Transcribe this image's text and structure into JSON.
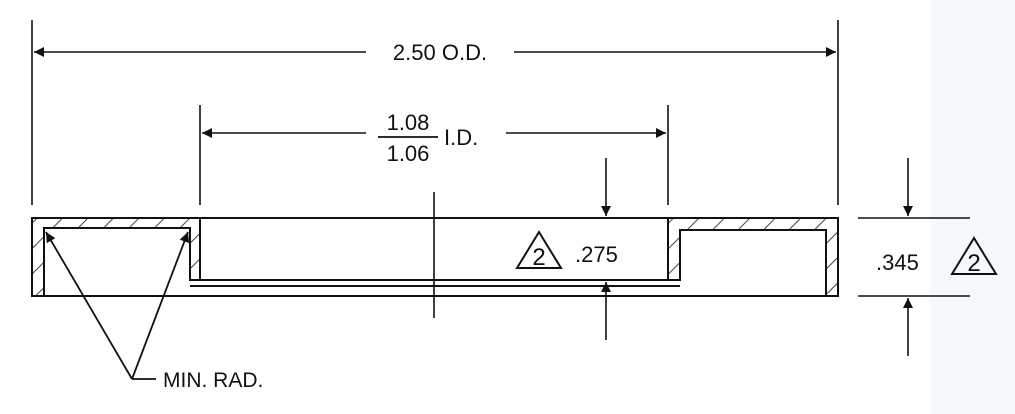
{
  "dimensions": {
    "outer_diameter": "2.50 O.D.",
    "inner_diameter_upper": "1.08",
    "inner_diameter_lower": "1.06",
    "inner_diameter_suffix": "I.D.",
    "inner_depth": ".275",
    "overall_height": ".345",
    "note_number": "2"
  },
  "callouts": {
    "radius_note": "MIN. RAD."
  },
  "colors": {
    "line": "#111111",
    "background": "#ffffff"
  }
}
